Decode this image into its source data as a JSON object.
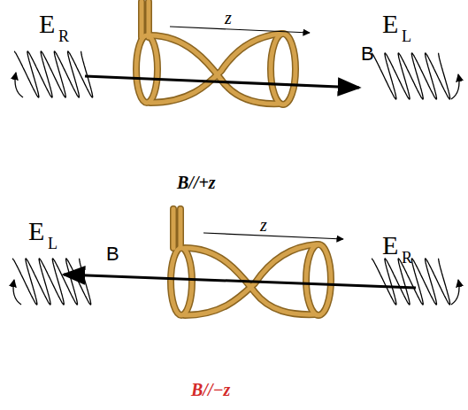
{
  "diagram": {
    "labels": [
      "E",
      "R",
      "z",
      "E",
      "L",
      "B",
      "B//+z",
      "E",
      "L",
      "B",
      "z",
      "E",
      "R",
      "B//−z"
    ]
  }
}
